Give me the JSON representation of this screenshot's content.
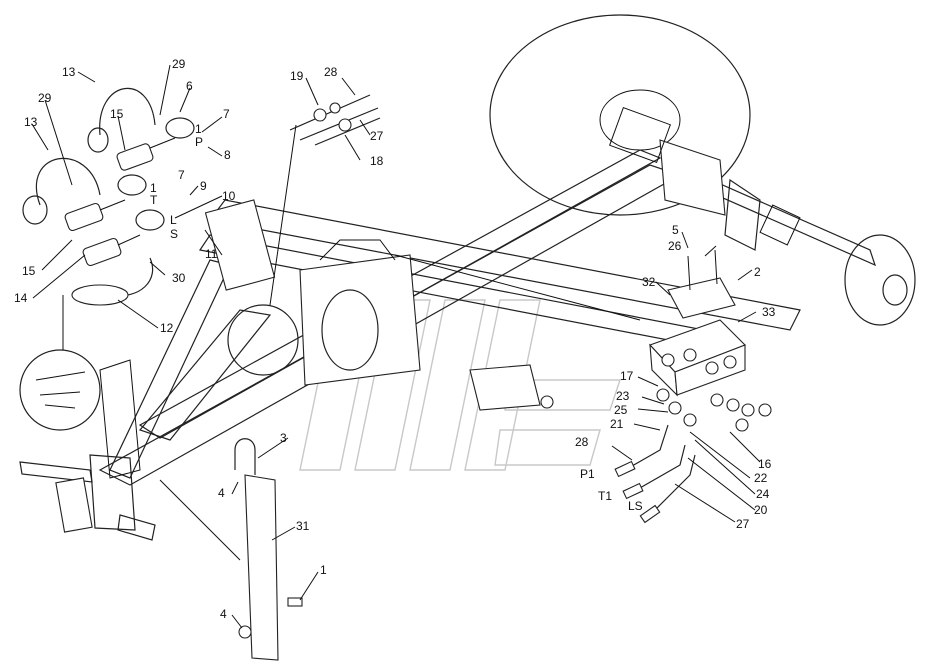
{
  "diagram": {
    "part_labels": {
      "l1a": "1",
      "l1b": "1",
      "l1c": "1",
      "l2": "2",
      "l3": "3",
      "l4a": "4",
      "l4b": "4",
      "l5": "5",
      "l6": "6",
      "l7a": "7",
      "l7b": "7",
      "l8": "8",
      "l9": "9",
      "l10": "10",
      "l11": "11",
      "l12": "12",
      "l13a": "13",
      "l13b": "13",
      "l14": "14",
      "l15a": "15",
      "l15b": "15",
      "l16": "16",
      "l17": "17",
      "l18": "18",
      "l19": "19",
      "l20": "20",
      "l21": "21",
      "l22": "22",
      "l23": "23",
      "l24": "24",
      "l25": "25",
      "l26": "26",
      "l27a": "27",
      "l27b": "27",
      "l28a": "28",
      "l28b": "28",
      "l29a": "29",
      "l29b": "29",
      "l30": "30",
      "l31": "31",
      "l32": "32",
      "l33": "33"
    },
    "port_labels": {
      "p_small": "P",
      "t_small": "T",
      "l_small": "L",
      "s_small": "S",
      "p1": "P1",
      "t1": "T1",
      "ls": "LS"
    }
  }
}
